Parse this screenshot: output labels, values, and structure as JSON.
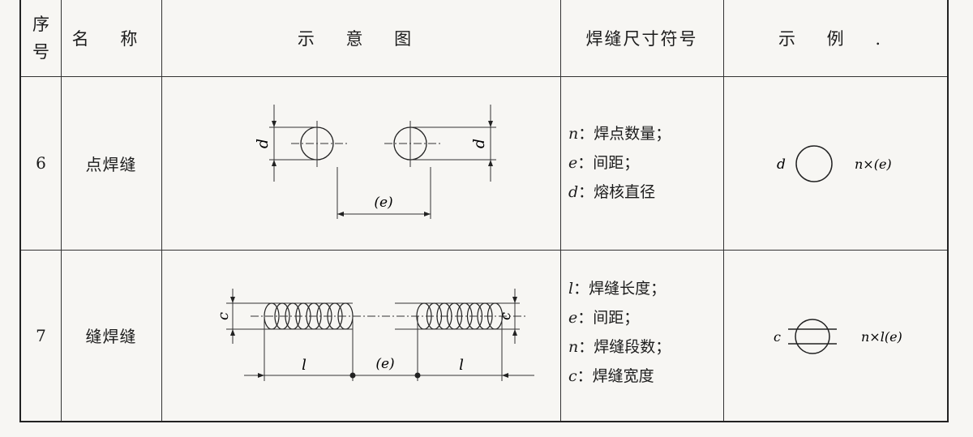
{
  "header": {
    "no": "序号",
    "name": "名 称",
    "diagram": "示 意 图",
    "symbols": "焊缝尺寸符号",
    "example": "示 例 ."
  },
  "rows": [
    {
      "no": "6",
      "name": "点焊缝",
      "symbols": [
        {
          "sym": "n",
          "desc": "：焊点数量；"
        },
        {
          "sym": "e",
          "desc": "：间距；"
        },
        {
          "sym": "d",
          "desc": "：熔核直径"
        }
      ],
      "diagram_labels": {
        "d_left": "d",
        "d_right": "d",
        "spacing": "(e)"
      },
      "example": {
        "left": "d",
        "right": "n×(e)"
      }
    },
    {
      "no": "7",
      "name": "缝焊缝",
      "symbols": [
        {
          "sym": "l",
          "desc": "：焊缝长度；"
        },
        {
          "sym": "e",
          "desc": "：间距；"
        },
        {
          "sym": "n",
          "desc": "：焊缝段数；"
        },
        {
          "sym": "c",
          "desc": "：焊缝宽度"
        }
      ],
      "diagram_labels": {
        "c_left": "c",
        "c_right": "c",
        "l_left": "l",
        "spacing": "(e)",
        "l_right": "l"
      },
      "example": {
        "left": "c",
        "right": "n×l(e)"
      }
    }
  ]
}
